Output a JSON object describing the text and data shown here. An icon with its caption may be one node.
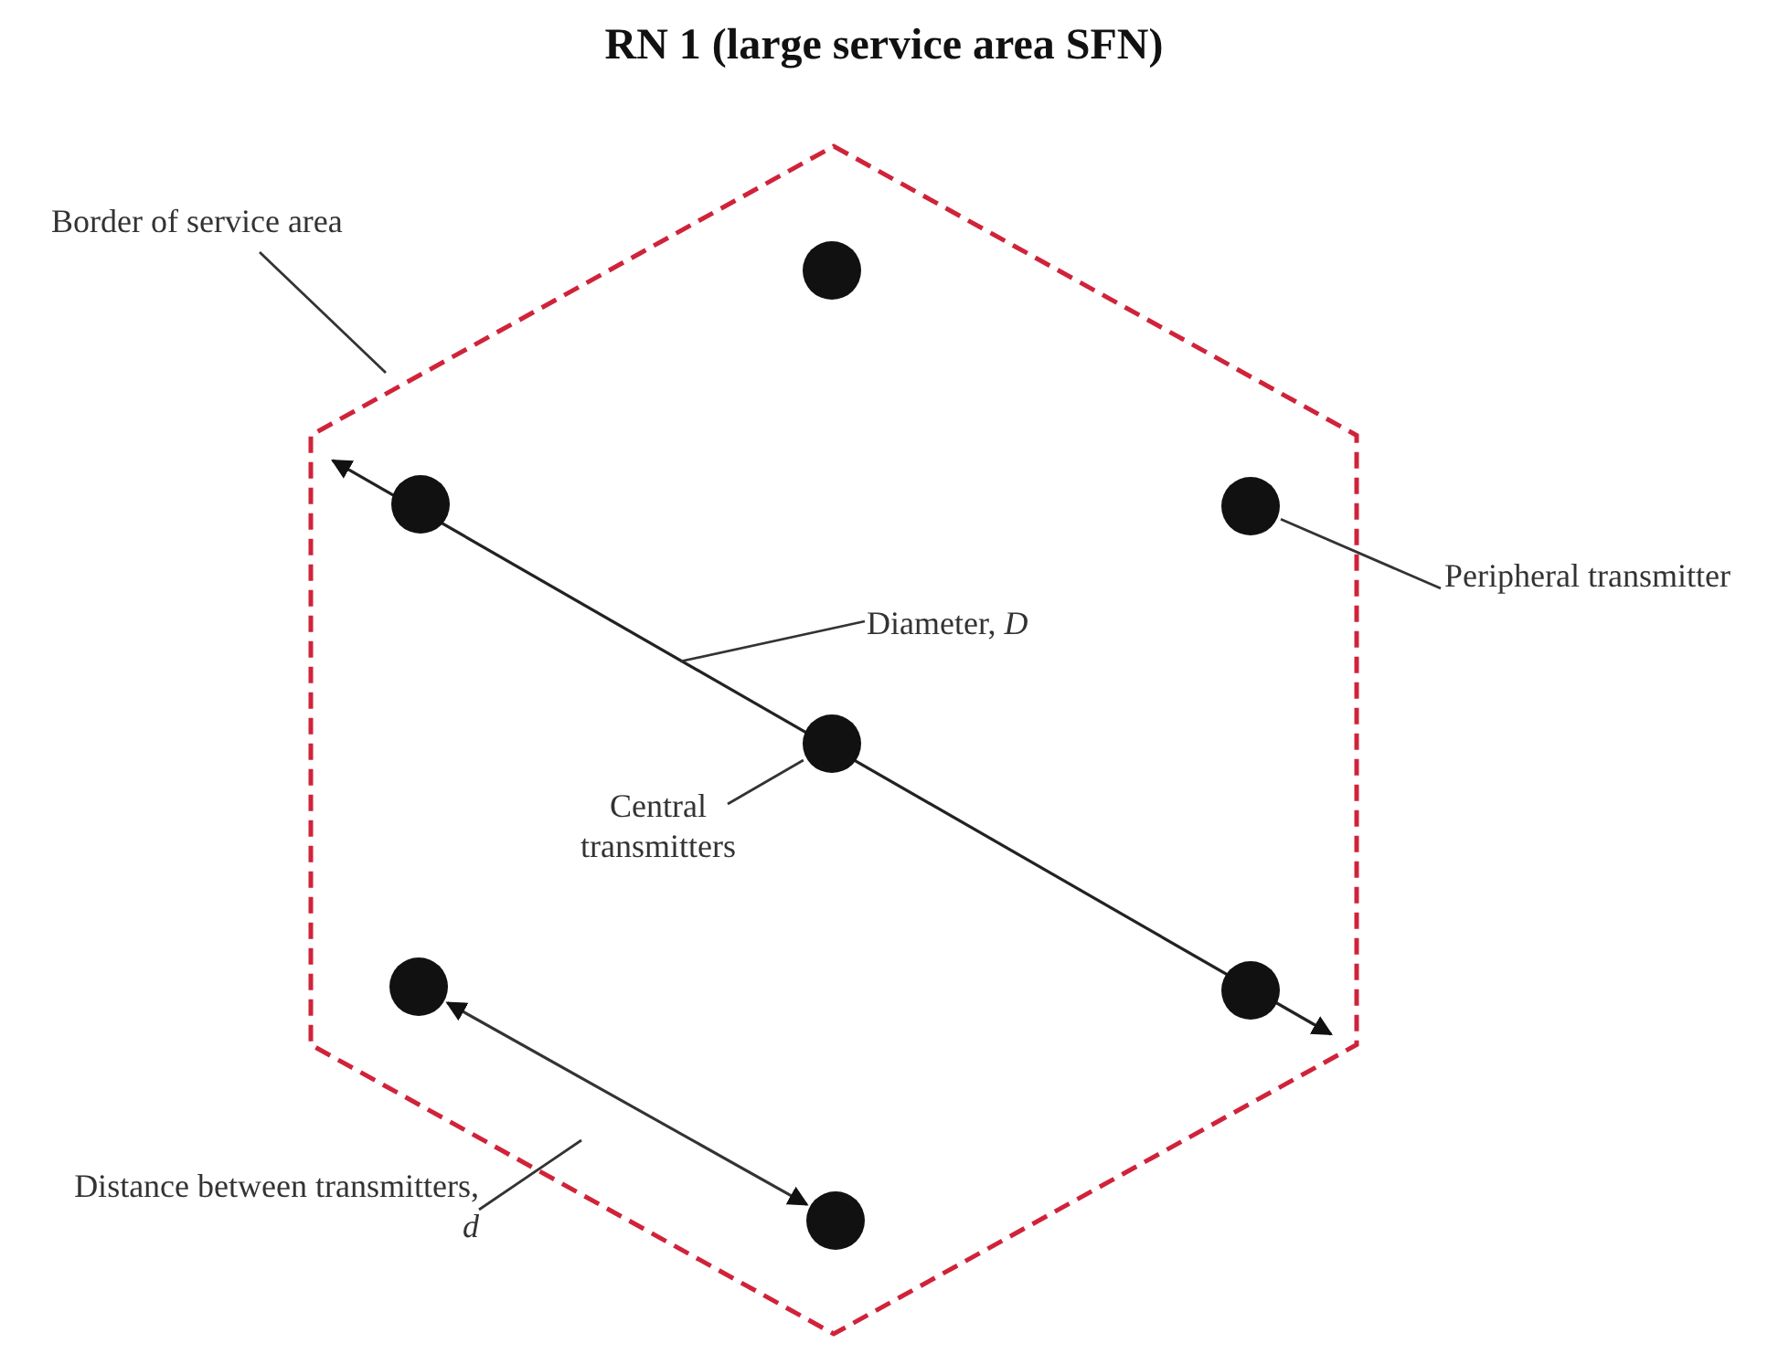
{
  "diagram": {
    "title": "RN 1 (large service area SFN)",
    "nodes": [
      {
        "text": [],
        "shape": "hexagon"
      },
      {
        "text": [],
        "shape": "circle",
        "in": 0
      },
      {
        "text": [],
        "shape": "circle",
        "in": 0
      },
      {
        "text": [],
        "shape": "circle",
        "in": 0
      },
      {
        "text": [],
        "shape": "circle",
        "in": 0
      },
      {
        "text": [],
        "shape": "circle",
        "in": 0
      },
      {
        "text": [],
        "shape": "circle",
        "in": 0
      },
      {
        "text": [],
        "shape": "circle",
        "in": 0
      },
      {
        "text": [
          "Border of service area"
        ]
      },
      {
        "text": [
          "Diameter, *D*"
        ],
        "in": 0
      },
      {
        "text": [
          "Peripheral transmitter"
        ]
      },
      {
        "text": [
          "Central transmitters"
        ],
        "in": 0
      },
      {
        "text": [
          "Distance between transmitters, *d*"
        ]
      }
    ],
    "edges": [
      {
        "from": 8,
        "to": 0,
        "arrow": "none"
      },
      {
        "from": 9,
        "to": null,
        "arrow": "none"
      },
      {
        "from": 10,
        "to": 3,
        "arrow": "none"
      },
      {
        "from": 11,
        "to": 4,
        "arrow": "none"
      },
      {
        "from": 5,
        "to": 7,
        "arrow": "both"
      },
      {
        "from": 12,
        "to": null,
        "arrow": "none"
      }
    ]
  }
}
